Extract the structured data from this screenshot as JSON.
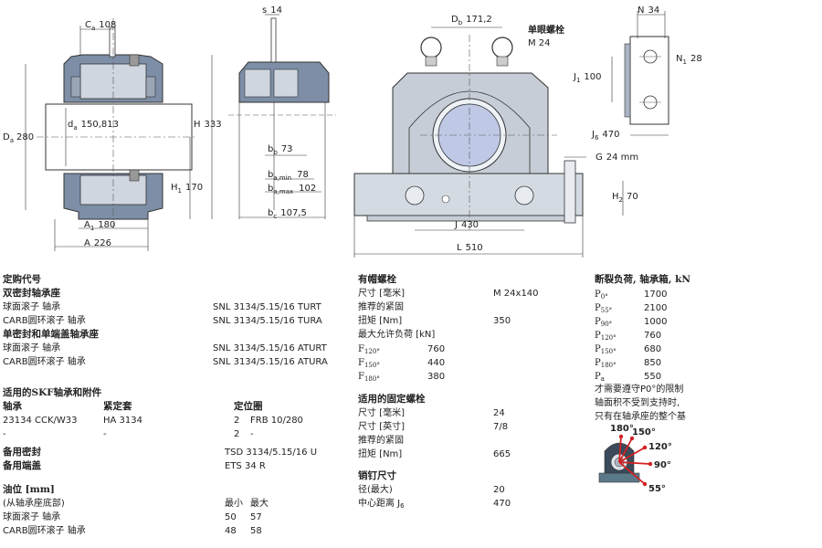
{
  "drawings": {
    "dims": {
      "Ca": "C",
      "Ca_sub": "a",
      "Ca_val": "108",
      "s": "s",
      "s_val": "14",
      "Da": "D",
      "Da_sub": "a",
      "Da_val": "280",
      "da": "d",
      "da_sub": "a",
      "da_val": "150,813",
      "H": "H",
      "H_val": "333",
      "H1": "H",
      "H1_sub": "1",
      "H1_val": "170",
      "A1": "A",
      "A1_sub": "1",
      "A1_val": "180",
      "A": "A",
      "A_val": "226",
      "bb": "b",
      "bb_sub": "b",
      "bb_val": "73",
      "bamin": "b",
      "bamin_sub": "a,min",
      "bamin_val": "78",
      "bamax": "b",
      "bamax_sub": "a,max",
      "bamax_val": "102",
      "bc": "b",
      "bc_sub": "c",
      "bc_val": "107,5",
      "Db": "D",
      "Db_sub": "b",
      "Db_val": "171,2",
      "eyebolt_title": "单眼螺栓",
      "eyebolt_size": "M 24",
      "J": "J",
      "J_val": "430",
      "L": "L",
      "L_val": "510",
      "G": "G",
      "G_val": "24 mm",
      "H2": "H",
      "H2_sub": "2",
      "H2_val": "70",
      "N": "N",
      "N_val": "34",
      "N1": "N",
      "N1_sub": "1",
      "N1_val": "28",
      "J1": "J",
      "J1_sub": "1",
      "J1_val": "100",
      "J6": "J",
      "J6_sub": "6",
      "J6_val": "470"
    }
  },
  "col1": {
    "order_title": "定购代号",
    "double_seal_title": "双密封轴承座",
    "double_seal_rows": [
      {
        "label": "球面滚子 轴承",
        "code": "SNL 3134/5.15/16 TURT"
      },
      {
        "label": "CARB圆环滚子 轴承",
        "code": "SNL 3134/5.15/16 TURA"
      }
    ],
    "single_seal_title": "单密封和单端盖轴承座",
    "single_seal_rows": [
      {
        "label": "球面滚子 轴承",
        "code": "SNL 3134/5.15/16 ATURT"
      },
      {
        "label": "CARB圆环滚子 轴承",
        "code": "SNL 3134/5.15/16 ATURA"
      }
    ],
    "skf_title": "适用的SKF轴承和附件",
    "skf_headers": {
      "bearing": "轴承",
      "sleeve": "紧定套",
      "ring": "定位圈"
    },
    "skf_rows": [
      {
        "bearing": "23134 CCK/W33",
        "sleeve": "HA 3134",
        "qty": "2",
        "ring": "FRB 10/280"
      },
      {
        "bearing": "-",
        "sleeve": "-",
        "qty": "2",
        "ring": "-"
      }
    ],
    "spare_seal_label": "备用密封",
    "spare_seal_value": "TSD 3134/5.15/16 U",
    "spare_cap_label": "备用端盖",
    "spare_cap_value": "ETS 34 R",
    "locate_title": "油位 [mm]",
    "locate_sub": "(从轴承座底部)",
    "locate_min": "最小",
    "locate_max": "最大",
    "locate_rows": [
      {
        "label": "球面滚子 轴承",
        "min": "50",
        "max": "57"
      },
      {
        "label": "CARB圆环滚子 轴承",
        "min": "48",
        "max": "58"
      }
    ]
  },
  "col2": {
    "cap_bolt_title": "有帽螺栓",
    "size_label": "尺寸 [毫米]",
    "size_value": "M 24x140",
    "torque_reco": "推荐的紧固",
    "torque_label": "扭矩 [Nm]",
    "torque_value": "350",
    "max_load_label": "最大允许负荷 [kN]",
    "loads": [
      {
        "sym": "F",
        "sub": "120°",
        "value": "760"
      },
      {
        "sym": "F",
        "sub": "150°",
        "value": "440"
      },
      {
        "sym": "F",
        "sub": "180°",
        "value": "380"
      }
    ],
    "fix_bolt_title": "适用的固定螺栓",
    "fix_size_mm_label": "尺寸 [毫米]",
    "fix_size_mm_value": "24",
    "fix_size_in_label": "尺寸 [英寸]",
    "fix_size_in_value": "7/8",
    "fix_torque_reco": "推荐的紧固",
    "fix_torque_label": "扭矩 [Nm]",
    "fix_torque_value": "665",
    "dowel_title": "销钉尺寸",
    "dowel_dia_label": "径(最大)",
    "dowel_dia_value": "20",
    "dowel_dist_label": "中心距离 J",
    "dowel_dist_sub": "6",
    "dowel_dist_value": "470"
  },
  "col3": {
    "title": "断裂负荷, 轴承箱, kN",
    "loads": [
      {
        "sym": "P",
        "sub": "0°",
        "value": "1700"
      },
      {
        "sym": "P",
        "sub": "55°",
        "value": "2100"
      },
      {
        "sym": "P",
        "sub": "90°",
        "value": "1000"
      },
      {
        "sym": "P",
        "sub": "120°",
        "value": "760"
      },
      {
        "sym": "P",
        "sub": "150°",
        "value": "680"
      },
      {
        "sym": "P",
        "sub": "180°",
        "value": "850"
      },
      {
        "sym": "P",
        "sub": "a",
        "value": "550"
      }
    ],
    "note1": "才需要遵守P0°的限制",
    "note2": "轴面积不受到支持时,",
    "note3": "只有在轴承座的整个基",
    "angles": {
      "a180": "180°",
      "a150": "150°",
      "a120": "120°",
      "a90": "90°",
      "a55": "55°"
    },
    "colors": {
      "arrow": "#d42020",
      "housing": "#3a4a5a",
      "base": "#5a7a8a"
    }
  }
}
